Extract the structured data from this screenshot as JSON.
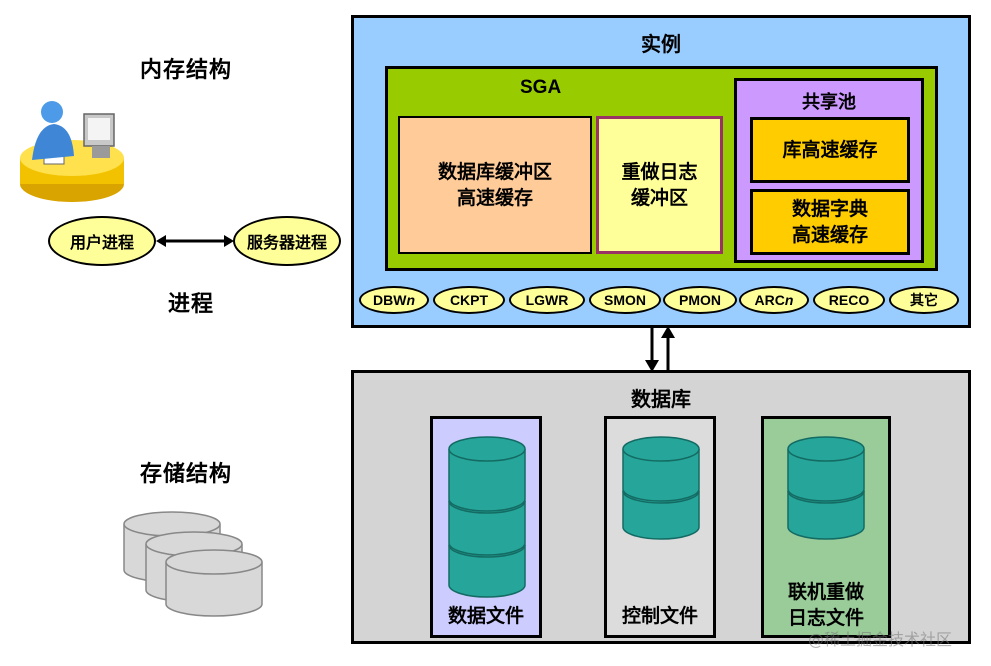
{
  "left": {
    "memory_structure": "内存结构",
    "process": "进程",
    "storage_structure": "存储结构",
    "user_process": "用户进程",
    "server_process": "服务器进程"
  },
  "instance": {
    "title": "实例",
    "sga": {
      "title": "SGA",
      "db_buffer_cache": "数据库缓冲区\n高速缓存",
      "redo_log_buffer": "重做日志\n缓冲区",
      "shared_pool": {
        "title": "共享池",
        "library_cache": "库高速缓存",
        "data_dict_cache": "数据字典\n高速缓存"
      }
    },
    "background_processes": [
      {
        "name": "DBW",
        "suffix": "n"
      },
      {
        "name": "CKPT",
        "suffix": ""
      },
      {
        "name": "LGWR",
        "suffix": ""
      },
      {
        "name": "SMON",
        "suffix": ""
      },
      {
        "name": "PMON",
        "suffix": ""
      },
      {
        "name": "ARC",
        "suffix": "n"
      },
      {
        "name": "RECO",
        "suffix": ""
      },
      {
        "name": "其它",
        "suffix": ""
      }
    ]
  },
  "database": {
    "title": "数据库",
    "files": [
      {
        "label": "数据文件"
      },
      {
        "label": "控制文件"
      },
      {
        "label": "联机重做\n日志文件"
      }
    ]
  },
  "watermark": "@稀土掘金技术社区",
  "colors": {
    "instance_bg": "#99ccff",
    "sga_bg": "#99cc00",
    "db_buffer_bg": "#ffcc99",
    "redo_bg": "#ffff99",
    "shared_pool_bg": "#cc99ff",
    "cache_bg": "#ffcc00",
    "database_bg": "#d4d4d4",
    "data_file_bg": "#ccccff",
    "control_file_bg": "#dcdcdc",
    "redo_file_bg": "#99cc99",
    "cylinder": "#26a69a"
  }
}
